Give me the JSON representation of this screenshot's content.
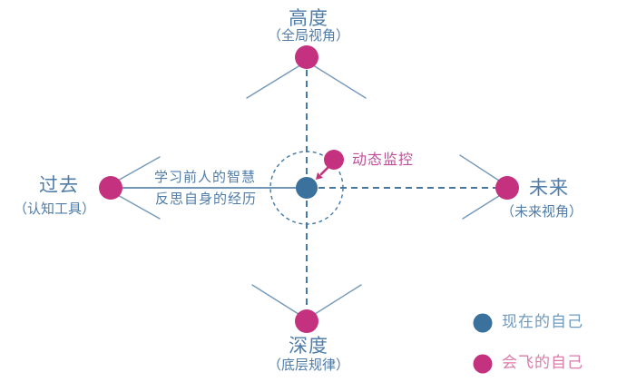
{
  "colors": {
    "magenta": "#c4327f",
    "blue": "#3a719d",
    "line": "#5d87ac",
    "dash": "#4579a5",
    "text_blue": "#4f7ca8",
    "monitor_text": "#bf4f9a",
    "legend_blue_text": "#6f9abd",
    "legend_pink_text": "#d97cab"
  },
  "nodes": {
    "top": {
      "label": "高度",
      "sub": "（全局视角）"
    },
    "left": {
      "label": "过去",
      "sub": "（认知工具）"
    },
    "right": {
      "label": "未来",
      "sub": "（未来视角）"
    },
    "bottom": {
      "label": "深度",
      "sub": "（底层规律）"
    }
  },
  "edge_labels": {
    "above": "学习前人的智慧",
    "below": "反思自身的经历"
  },
  "monitor": {
    "label": "动态监控"
  },
  "legend": {
    "present": {
      "label": "现在的自己"
    },
    "flying": {
      "label": "会飞的自己"
    }
  }
}
